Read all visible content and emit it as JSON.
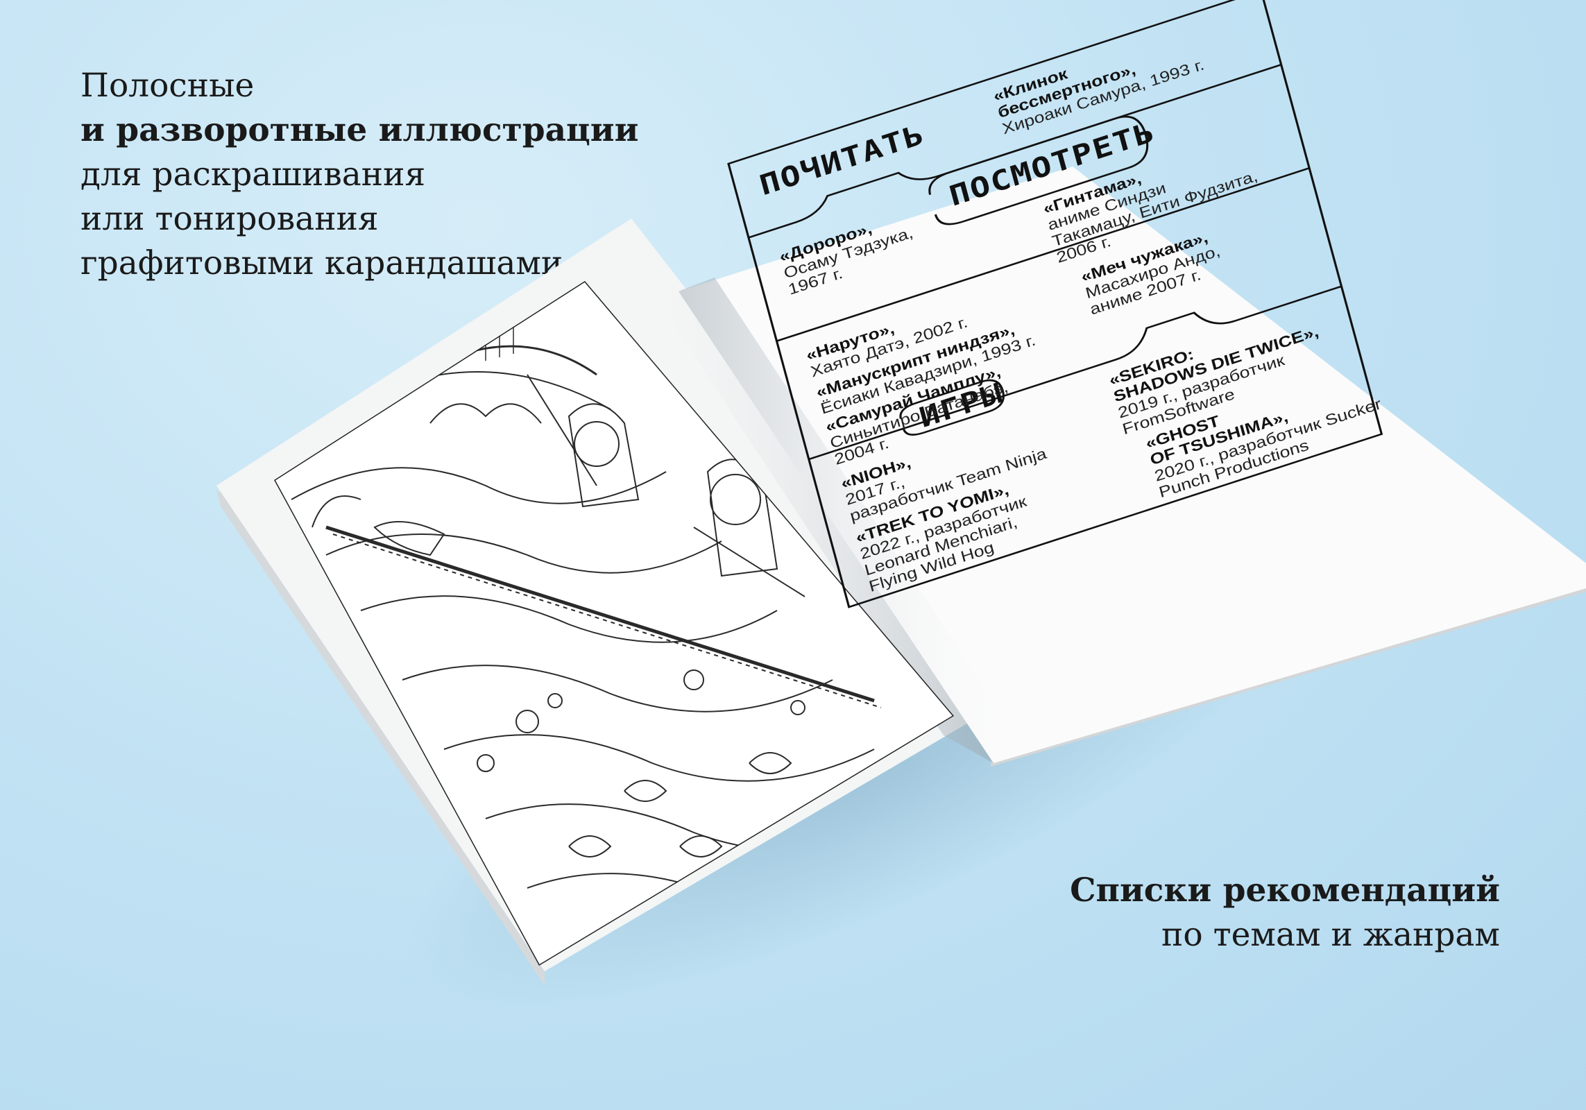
{
  "headline": {
    "line1": "Полосные",
    "line2": "и разворотные иллюстрации",
    "line3": "для раскрашивания",
    "line4": "или тонирования",
    "line5": "графитовыми карандашами"
  },
  "caption": {
    "line1": "Списки рекомендаций",
    "line2": "по темам и жанрам"
  },
  "book": {
    "sections": {
      "read": "ПОЧИТАТЬ",
      "watch": "ПОСМОТРЕТЬ",
      "games": "ИГРЫ"
    },
    "read_items": [
      {
        "title": "«Дороро»,",
        "lines": [
          "Осаму Тэдзука,",
          "1967 г."
        ]
      },
      {
        "title": "«Клинок",
        "lines": [
          "бессмертного»,",
          "Хироаки Самура, 1993 г."
        ]
      }
    ],
    "watch_items": [
      {
        "title": "«Наруто»,",
        "lines": [
          "Хаято Датэ, 2002 г."
        ]
      },
      {
        "title": "«Манускрипт ниндзя»,",
        "lines": [
          "Ёсиаки Кавадзири, 1993 г."
        ]
      },
      {
        "title": "«Самурай Чамплу»,",
        "lines": [
          "Синьитиро Ватанабэ,",
          "2004 г."
        ]
      },
      {
        "title": "«Гинтама»,",
        "lines": [
          "аниме Синдзи",
          "Такамацу, Еити Фудзита,",
          "2006 г."
        ]
      },
      {
        "title": "«Меч чужака»,",
        "lines": [
          "Масахиро Андо,",
          "аниме 2007 г."
        ]
      }
    ],
    "game_items": [
      {
        "title": "«NIOH»,",
        "lines": [
          "2017 г.,",
          "разработчик Team Ninja"
        ]
      },
      {
        "title": "«TREK TO YOMI»,",
        "lines": [
          "2022 г., разработчик",
          "Leonard Menchiari,",
          "Flying Wild Hog"
        ]
      },
      {
        "title": "«SEKIRO:",
        "lines": [
          "SHADOWS DIE TWICE»,",
          "2019 г., разработчик",
          "FromSoftware"
        ]
      },
      {
        "title": "«GHOST",
        "lines": [
          "OF TSUSHIMA»,",
          "2020 г., разработчик Sucker",
          "Punch Productions"
        ]
      }
    ]
  }
}
